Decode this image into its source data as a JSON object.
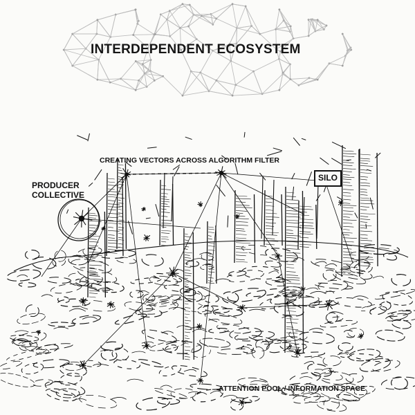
{
  "labels": {
    "title": "INTERDEPENDENT ECOSYSTEM",
    "vectors": "CREATING VECTORS ACROSS ALGORITHM FILTER",
    "producer_line1": "PRODUCER",
    "producer_line2": "COLLECTIVE",
    "silo": "SILO",
    "pool": "ATTENTION POOL / INFORMATION SPACE"
  },
  "colors": {
    "network": "#bdbdbd",
    "ink": "#111111",
    "background": "#fbfbf9"
  }
}
